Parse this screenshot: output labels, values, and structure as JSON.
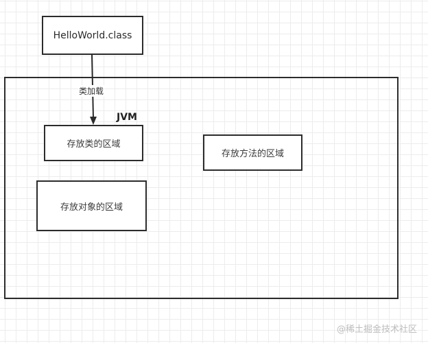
{
  "nodes": {
    "class_file": "HelloWorld.class",
    "jvm_title": "JVM",
    "class_area": "存放类的区域",
    "method_area": "存放方法的区域",
    "object_area": "存放对象的区域"
  },
  "edges": {
    "class_loading": "类加载"
  },
  "watermark": "@稀土掘金技术社区",
  "colors": {
    "stroke": "#2b2b2b",
    "grid": "#ececec",
    "watermark": "#bdbdbd"
  }
}
